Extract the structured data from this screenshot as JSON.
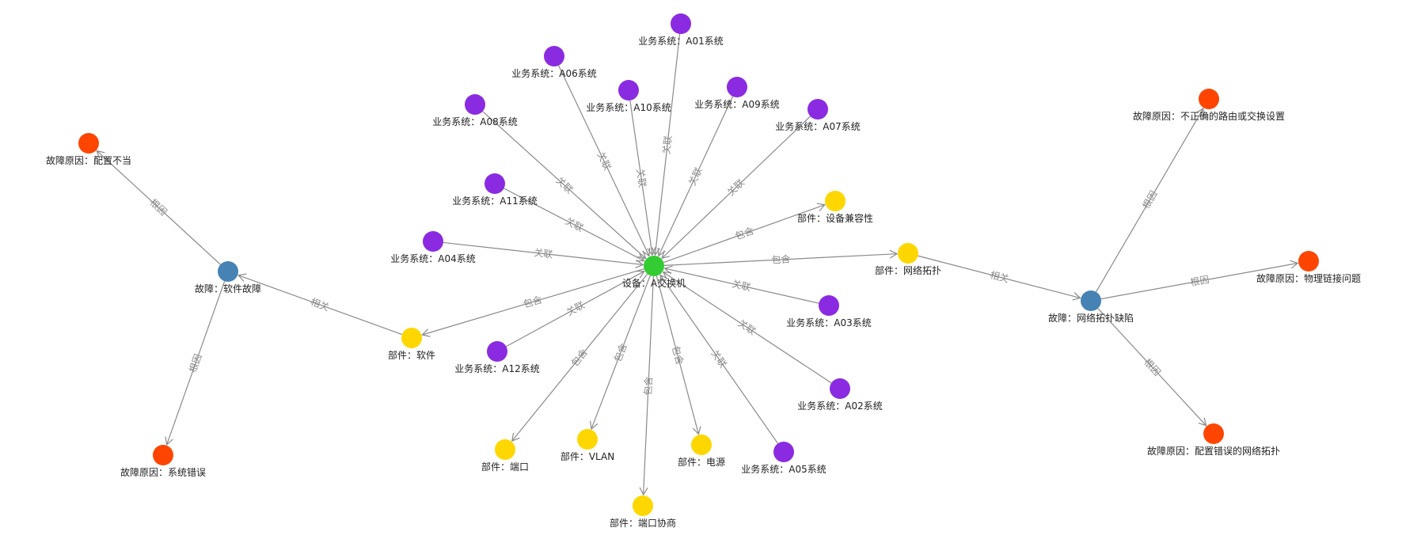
{
  "colors": {
    "device": "#33cc33",
    "business": "#8a2be2",
    "component": "#ffd700",
    "fault": "#4682b4",
    "cause": "#ff4500",
    "edge": "#8a8a8a",
    "edge_label": "#888888"
  },
  "nodes": [
    {
      "id": "device",
      "label": "设备：A交换机",
      "type": "device"
    },
    {
      "id": "a01",
      "label": "业务系统：A01系统",
      "type": "business"
    },
    {
      "id": "a06",
      "label": "业务系统：A06系统",
      "type": "business"
    },
    {
      "id": "a10",
      "label": "业务系统：A10系统",
      "type": "business"
    },
    {
      "id": "a09",
      "label": "业务系统：A09系统",
      "type": "business"
    },
    {
      "id": "a08",
      "label": "业务系统：A08系统",
      "type": "business"
    },
    {
      "id": "a07",
      "label": "业务系统：A07系统",
      "type": "business"
    },
    {
      "id": "a11",
      "label": "业务系统：A11系统",
      "type": "business"
    },
    {
      "id": "a04",
      "label": "业务系统：A04系统",
      "type": "business"
    },
    {
      "id": "a03",
      "label": "业务系统：A03系统",
      "type": "business"
    },
    {
      "id": "a12",
      "label": "业务系统：A12系统",
      "type": "business"
    },
    {
      "id": "a02",
      "label": "业务系统：A02系统",
      "type": "business"
    },
    {
      "id": "a05",
      "label": "业务系统：A05系统",
      "type": "business"
    },
    {
      "id": "compat",
      "label": "部件：设备兼容性",
      "type": "component"
    },
    {
      "id": "topo",
      "label": "部件：网络拓扑",
      "type": "component"
    },
    {
      "id": "software",
      "label": "部件：软件",
      "type": "component"
    },
    {
      "id": "port",
      "label": "部件：端口",
      "type": "component"
    },
    {
      "id": "vlan",
      "label": "部件：VLAN",
      "type": "component"
    },
    {
      "id": "power",
      "label": "部件：电源",
      "type": "component"
    },
    {
      "id": "negotiation",
      "label": "部件：端口协商",
      "type": "component"
    },
    {
      "id": "swfault",
      "label": "故障：软件故障",
      "type": "fault"
    },
    {
      "id": "topofault",
      "label": "故障：网络拓扑缺陷",
      "type": "fault"
    },
    {
      "id": "misconfig",
      "label": "故障原因：配置不当",
      "type": "cause"
    },
    {
      "id": "syserror",
      "label": "故障原因：系统错误",
      "type": "cause"
    },
    {
      "id": "routing",
      "label": "故障原因：不正确的路由或交换设置",
      "type": "cause"
    },
    {
      "id": "physical",
      "label": "故障原因：物理链接问题",
      "type": "cause"
    },
    {
      "id": "wrongtopo",
      "label": "故障原因：配置错误的网络拓扑",
      "type": "cause"
    }
  ],
  "edges": [
    {
      "source": "a01",
      "target": "device",
      "label": "关联"
    },
    {
      "source": "a06",
      "target": "device",
      "label": "关联"
    },
    {
      "source": "a10",
      "target": "device",
      "label": "关联"
    },
    {
      "source": "a09",
      "target": "device",
      "label": "关联"
    },
    {
      "source": "a08",
      "target": "device",
      "label": "关联"
    },
    {
      "source": "a07",
      "target": "device",
      "label": "关联"
    },
    {
      "source": "a11",
      "target": "device",
      "label": "关联"
    },
    {
      "source": "a04",
      "target": "device",
      "label": "关联"
    },
    {
      "source": "a03",
      "target": "device",
      "label": "关联"
    },
    {
      "source": "a12",
      "target": "device",
      "label": "关联"
    },
    {
      "source": "a02",
      "target": "device",
      "label": "关联"
    },
    {
      "source": "a05",
      "target": "device",
      "label": "关联"
    },
    {
      "source": "device",
      "target": "compat",
      "label": "包含"
    },
    {
      "source": "device",
      "target": "topo",
      "label": "包含"
    },
    {
      "source": "device",
      "target": "software",
      "label": "包含"
    },
    {
      "source": "device",
      "target": "port",
      "label": "包含"
    },
    {
      "source": "device",
      "target": "vlan",
      "label": "包含"
    },
    {
      "source": "device",
      "target": "power",
      "label": "包含"
    },
    {
      "source": "device",
      "target": "negotiation",
      "label": "包含"
    },
    {
      "source": "software",
      "target": "swfault",
      "label": "相关"
    },
    {
      "source": "topo",
      "target": "topofault",
      "label": "相关"
    },
    {
      "source": "swfault",
      "target": "misconfig",
      "label": "根因"
    },
    {
      "source": "swfault",
      "target": "syserror",
      "label": "根因"
    },
    {
      "source": "topofault",
      "target": "routing",
      "label": "根因"
    },
    {
      "source": "topofault",
      "target": "physical",
      "label": "根因"
    },
    {
      "source": "topofault",
      "target": "wrongtopo",
      "label": "根因"
    }
  ]
}
